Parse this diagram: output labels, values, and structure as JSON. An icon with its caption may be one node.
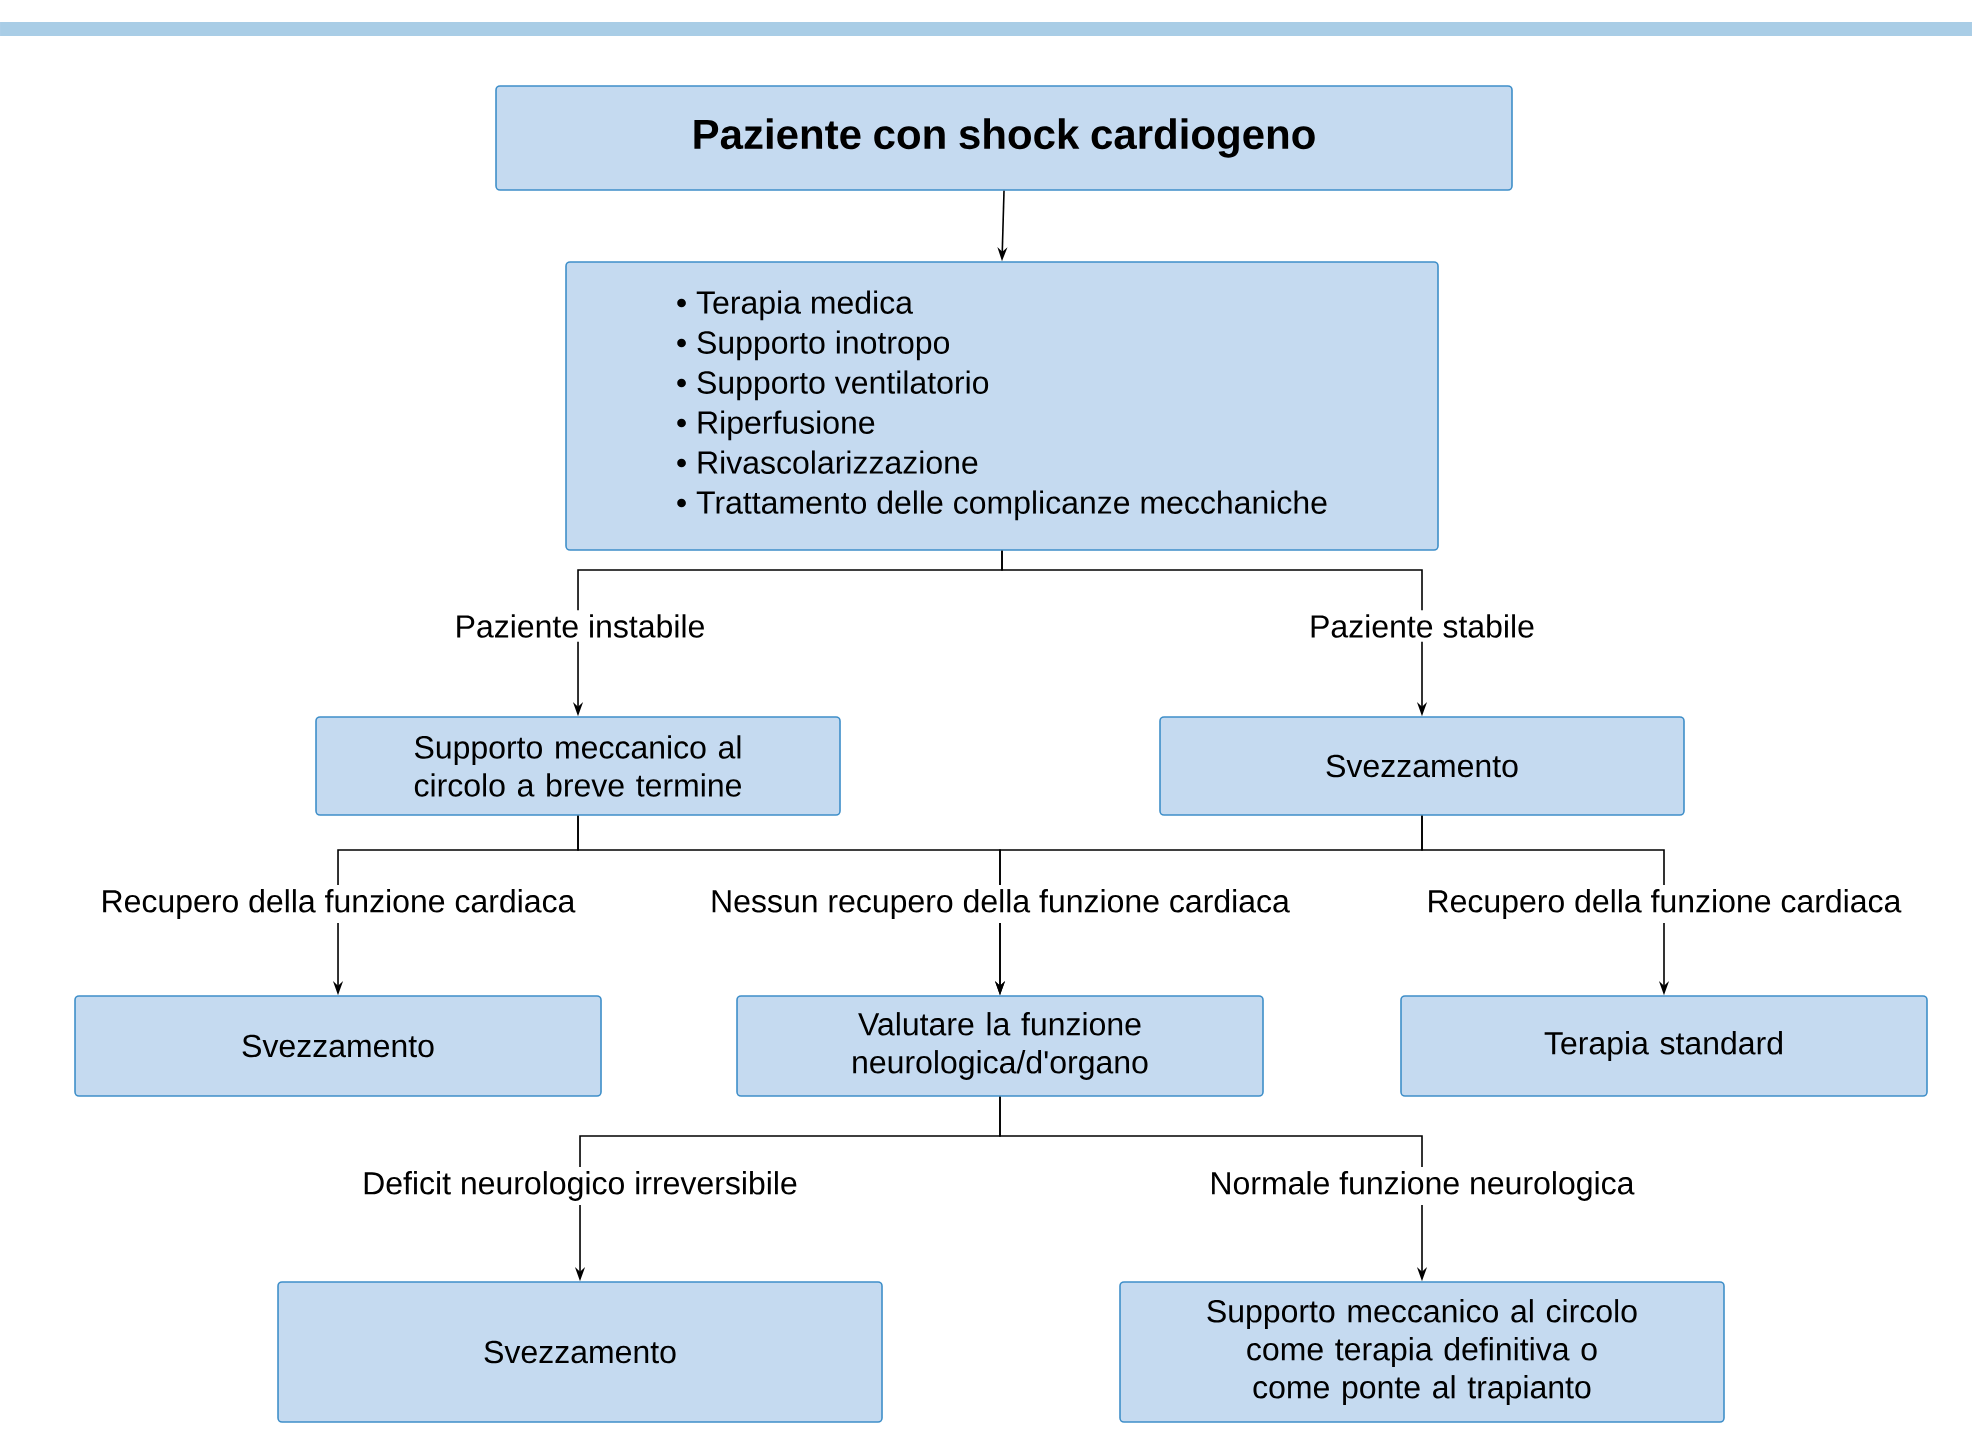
{
  "diagram": {
    "nodes": [
      {
        "text": [
          "Paziente con shock cardiogeno"
        ]
      },
      {
        "text": [
          "• Terapia medica",
          "• Supporto inotropo",
          "• Supporto ventilatorio",
          "• Riperfusione",
          "• Rivascolarizzazione",
          "• Trattamento delle complicanze mecchaniche"
        ]
      },
      {
        "text": [
          "Supporto meccanico al circolo a breve termine"
        ]
      },
      {
        "text": [
          "Svezzamento"
        ]
      },
      {
        "text": [
          "Svezzamento"
        ]
      },
      {
        "text": [
          "Valutare la funzione neurologica/d'organo"
        ]
      },
      {
        "text": [
          "Terapia standard"
        ]
      },
      {
        "text": [
          "Svezzamento"
        ]
      },
      {
        "text": [
          "Supporto meccanico al circolo come terapia definitiva o come ponte al trapianto"
        ]
      }
    ],
    "edges": [
      {
        "from": 0,
        "to": 1,
        "arrow": "to"
      },
      {
        "from": 1,
        "to": 2,
        "arrow": "to",
        "label": "Paziente instabile"
      },
      {
        "from": 1,
        "to": 3,
        "arrow": "to",
        "label": "Paziente stabile"
      },
      {
        "from": 2,
        "to": 4,
        "arrow": "to",
        "label": "Recupero della funzione cardiaca"
      },
      {
        "from": 2,
        "to": 5,
        "arrow": "to",
        "label": "Nessun recupero della funzione cardiaca"
      },
      {
        "from": 3,
        "to": 5,
        "arrow": "to"
      },
      {
        "from": 3,
        "to": 6,
        "arrow": "to",
        "label": "Recupero della funzione cardiaca"
      },
      {
        "from": 5,
        "to": 7,
        "arrow": "to",
        "label": "Deficit neurologico irreversibile"
      },
      {
        "from": 5,
        "to": 8,
        "arrow": "to",
        "label": "Normale funzione neurologica"
      }
    ]
  }
}
